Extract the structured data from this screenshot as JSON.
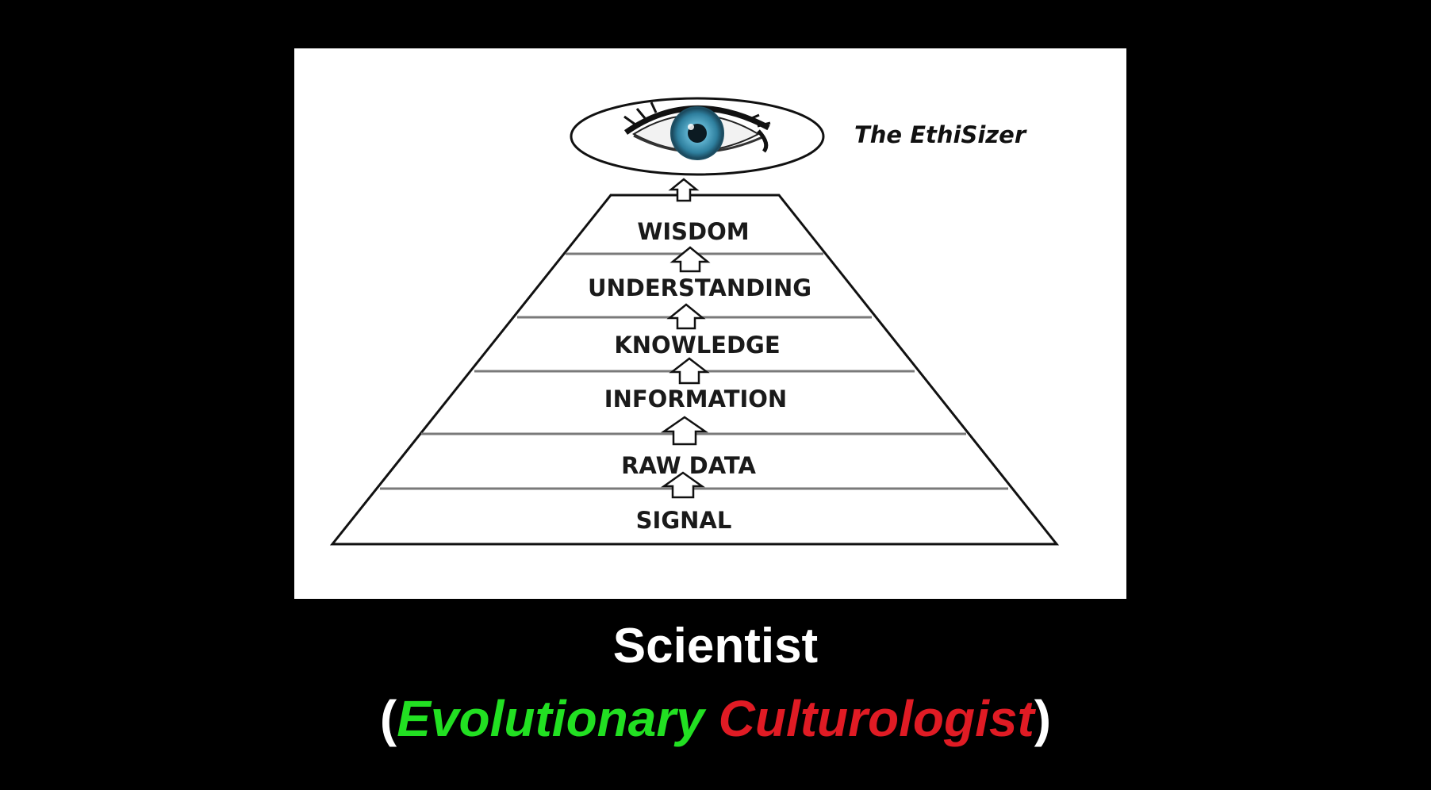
{
  "diagram": {
    "brand_label": "The EthiSizer",
    "layers": [
      {
        "label": "WISDOM"
      },
      {
        "label": "UNDERSTANDING"
      },
      {
        "label": "KNOWLEDGE"
      },
      {
        "label": "INFORMATION"
      },
      {
        "label": "RAW DATA"
      },
      {
        "label": "SIGNAL"
      }
    ],
    "icons": [
      "eye-icon",
      "up-arrow-icon"
    ],
    "colors": {
      "background": "#000000",
      "panel": "#ffffff",
      "outline": "#111111",
      "divider": "#7a7a7a",
      "iris": "#3f93b3"
    }
  },
  "caption": {
    "title": "Scientist",
    "subtitle_open": "(",
    "subtitle_word1": "Evolutionary",
    "subtitle_word2": "Culturologist",
    "subtitle_close": ")",
    "colors": {
      "title": "#ffffff",
      "word1": "#22e022",
      "word2": "#e01b24"
    }
  }
}
